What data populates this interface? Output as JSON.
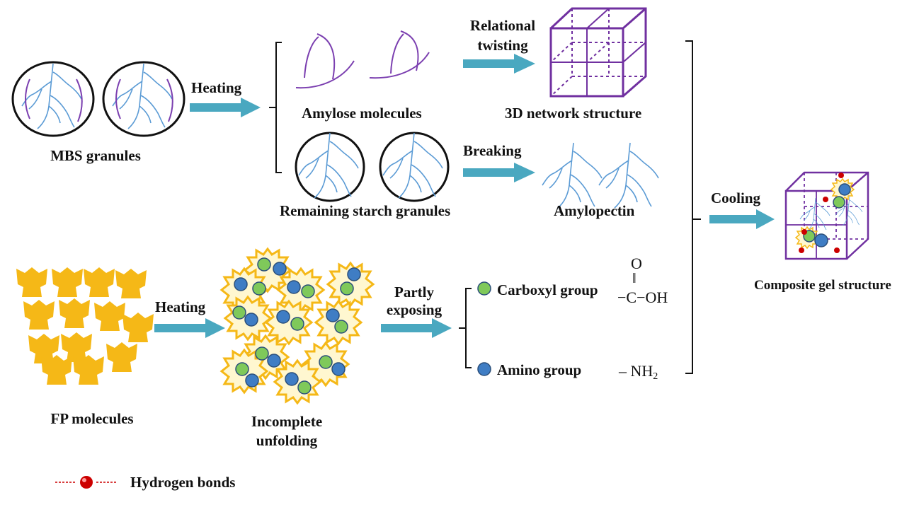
{
  "colors": {
    "arrow": "#4aa8c0",
    "network": "#7030a0",
    "amylose": "#7b3fb0",
    "amylopectin": "#5b9bd5",
    "protein": "#f5b817",
    "carboxyl_dot": "#7fc95a",
    "amino_dot": "#3f7dc4",
    "hbond_line": "#cc0000",
    "hbond_dot": "#cc0000"
  },
  "labels": {
    "mbs_granules": "MBS granules",
    "heating_top": "Heating",
    "amylose_molecules": "Amylose molecules",
    "relational_twisting_1": "Relational",
    "relational_twisting_2": "twisting",
    "network_3d": "3D network structure",
    "breaking": "Breaking",
    "remaining_starch": "Remaining starch granules",
    "amylopectin": "Amylopectin",
    "cooling": "Cooling",
    "composite_gel": "Composite gel structure",
    "fp_molecules": "FP molecules",
    "heating_bottom": "Heating",
    "incomplete_1": "Incomplete",
    "incomplete_2": "unfolding",
    "partly_1": "Partly",
    "partly_2": "exposing",
    "carboxyl_group": "Carboxyl group",
    "amino_group": "Amino group",
    "hydrogen_bonds": "Hydrogen bonds"
  },
  "chemistry": {
    "carboxyl_o": "O",
    "carboxyl_bond": "‖",
    "carboxyl_formula": "−C−OH",
    "amino_formula": "– NH",
    "amino_subscript": "2"
  },
  "icons": [
    "starch-granule-icon",
    "amylose-chain-icon",
    "amylopectin-branch-icon",
    "network-cube-icon",
    "composite-gel-cube-icon",
    "protein-molecule-icon",
    "unfolded-protein-icon",
    "hydrogen-bond-icon",
    "process-arrow-icon",
    "bracket-icon"
  ]
}
